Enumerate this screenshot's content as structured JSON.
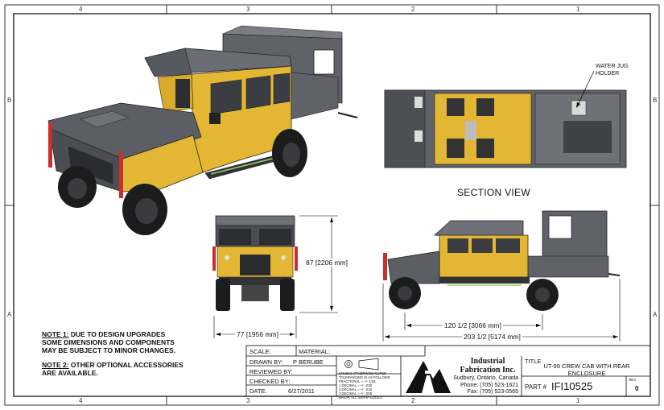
{
  "zones": {
    "top": [
      "4",
      "3",
      "2",
      "1"
    ],
    "bottom": [
      "4",
      "3",
      "2",
      "1"
    ],
    "side": [
      "B",
      "A"
    ]
  },
  "views": {
    "section_label": "SECTION VIEW",
    "callout_water_jug": "WATER JUG\nHOLDER"
  },
  "dimensions": {
    "height": "87 [2206 mm]",
    "width": "77 [1956 mm]",
    "wheelbase": "120 1/2 [3066 mm]",
    "length": "203 1/2 [5174 mm]"
  },
  "notes": {
    "note1_head": "NOTE 1:",
    "note1_line1": " DUE TO DESIGN UPGRADES",
    "note1_line2": "SOME DIMENSIONS AND COMPONENTS",
    "note1_line3": "MAY BE SUBJECT TO MINOR CHANGES.",
    "note2_head": "NOTE 2:",
    "note2_line1": " OTHER OPTIONAL ACCESSORIES",
    "note2_line2": "ARE  AVAILABLE."
  },
  "title_block": {
    "scale_label": "SCALE:",
    "material_label": "MATERIAL:",
    "drawn_by_label": "DRAWN BY:",
    "drawn_by": "P BERUBE",
    "reviewed_by_label": "REVIEWED BY:",
    "checked_by_label": "CHECKED BY:",
    "date_label": "DATE:",
    "date": "6/27/2011",
    "tolerance_lines": [
      "UNLESS OTHERWISE NOTED",
      "TOLERANCING IS AS FOLLOWS:",
      "FRACTIONAL = +/- 1/16",
      "1 DECIMAL = +/- .030",
      "2 DECIMAL = +/- .015",
      "3 DECIMAL = +/- .005",
      "BREAK ALL SHARP EDGES"
    ],
    "company_name_1": "Industrial",
    "company_name_2": "Fabrication Inc.",
    "company_city": "Sudbury, Ontario, Canada",
    "company_phone": "Phone: (705) 523-1621",
    "company_fax": "Fax: (705) 523-0565",
    "title_label": "TITLE",
    "title_line1": "UT-99 CREW CAB WITH REAR",
    "title_line2": "ENCLOSURE",
    "part_label": "PART #",
    "part_number": "IFI10525",
    "rev_label": "REV",
    "rev": "0"
  },
  "colors": {
    "body_yellow": "#e3b733",
    "body_gray": "#5d6066",
    "roof_gray": "#6e7177",
    "tire": "#1c1c1c",
    "accent_red": "#c8302c"
  }
}
